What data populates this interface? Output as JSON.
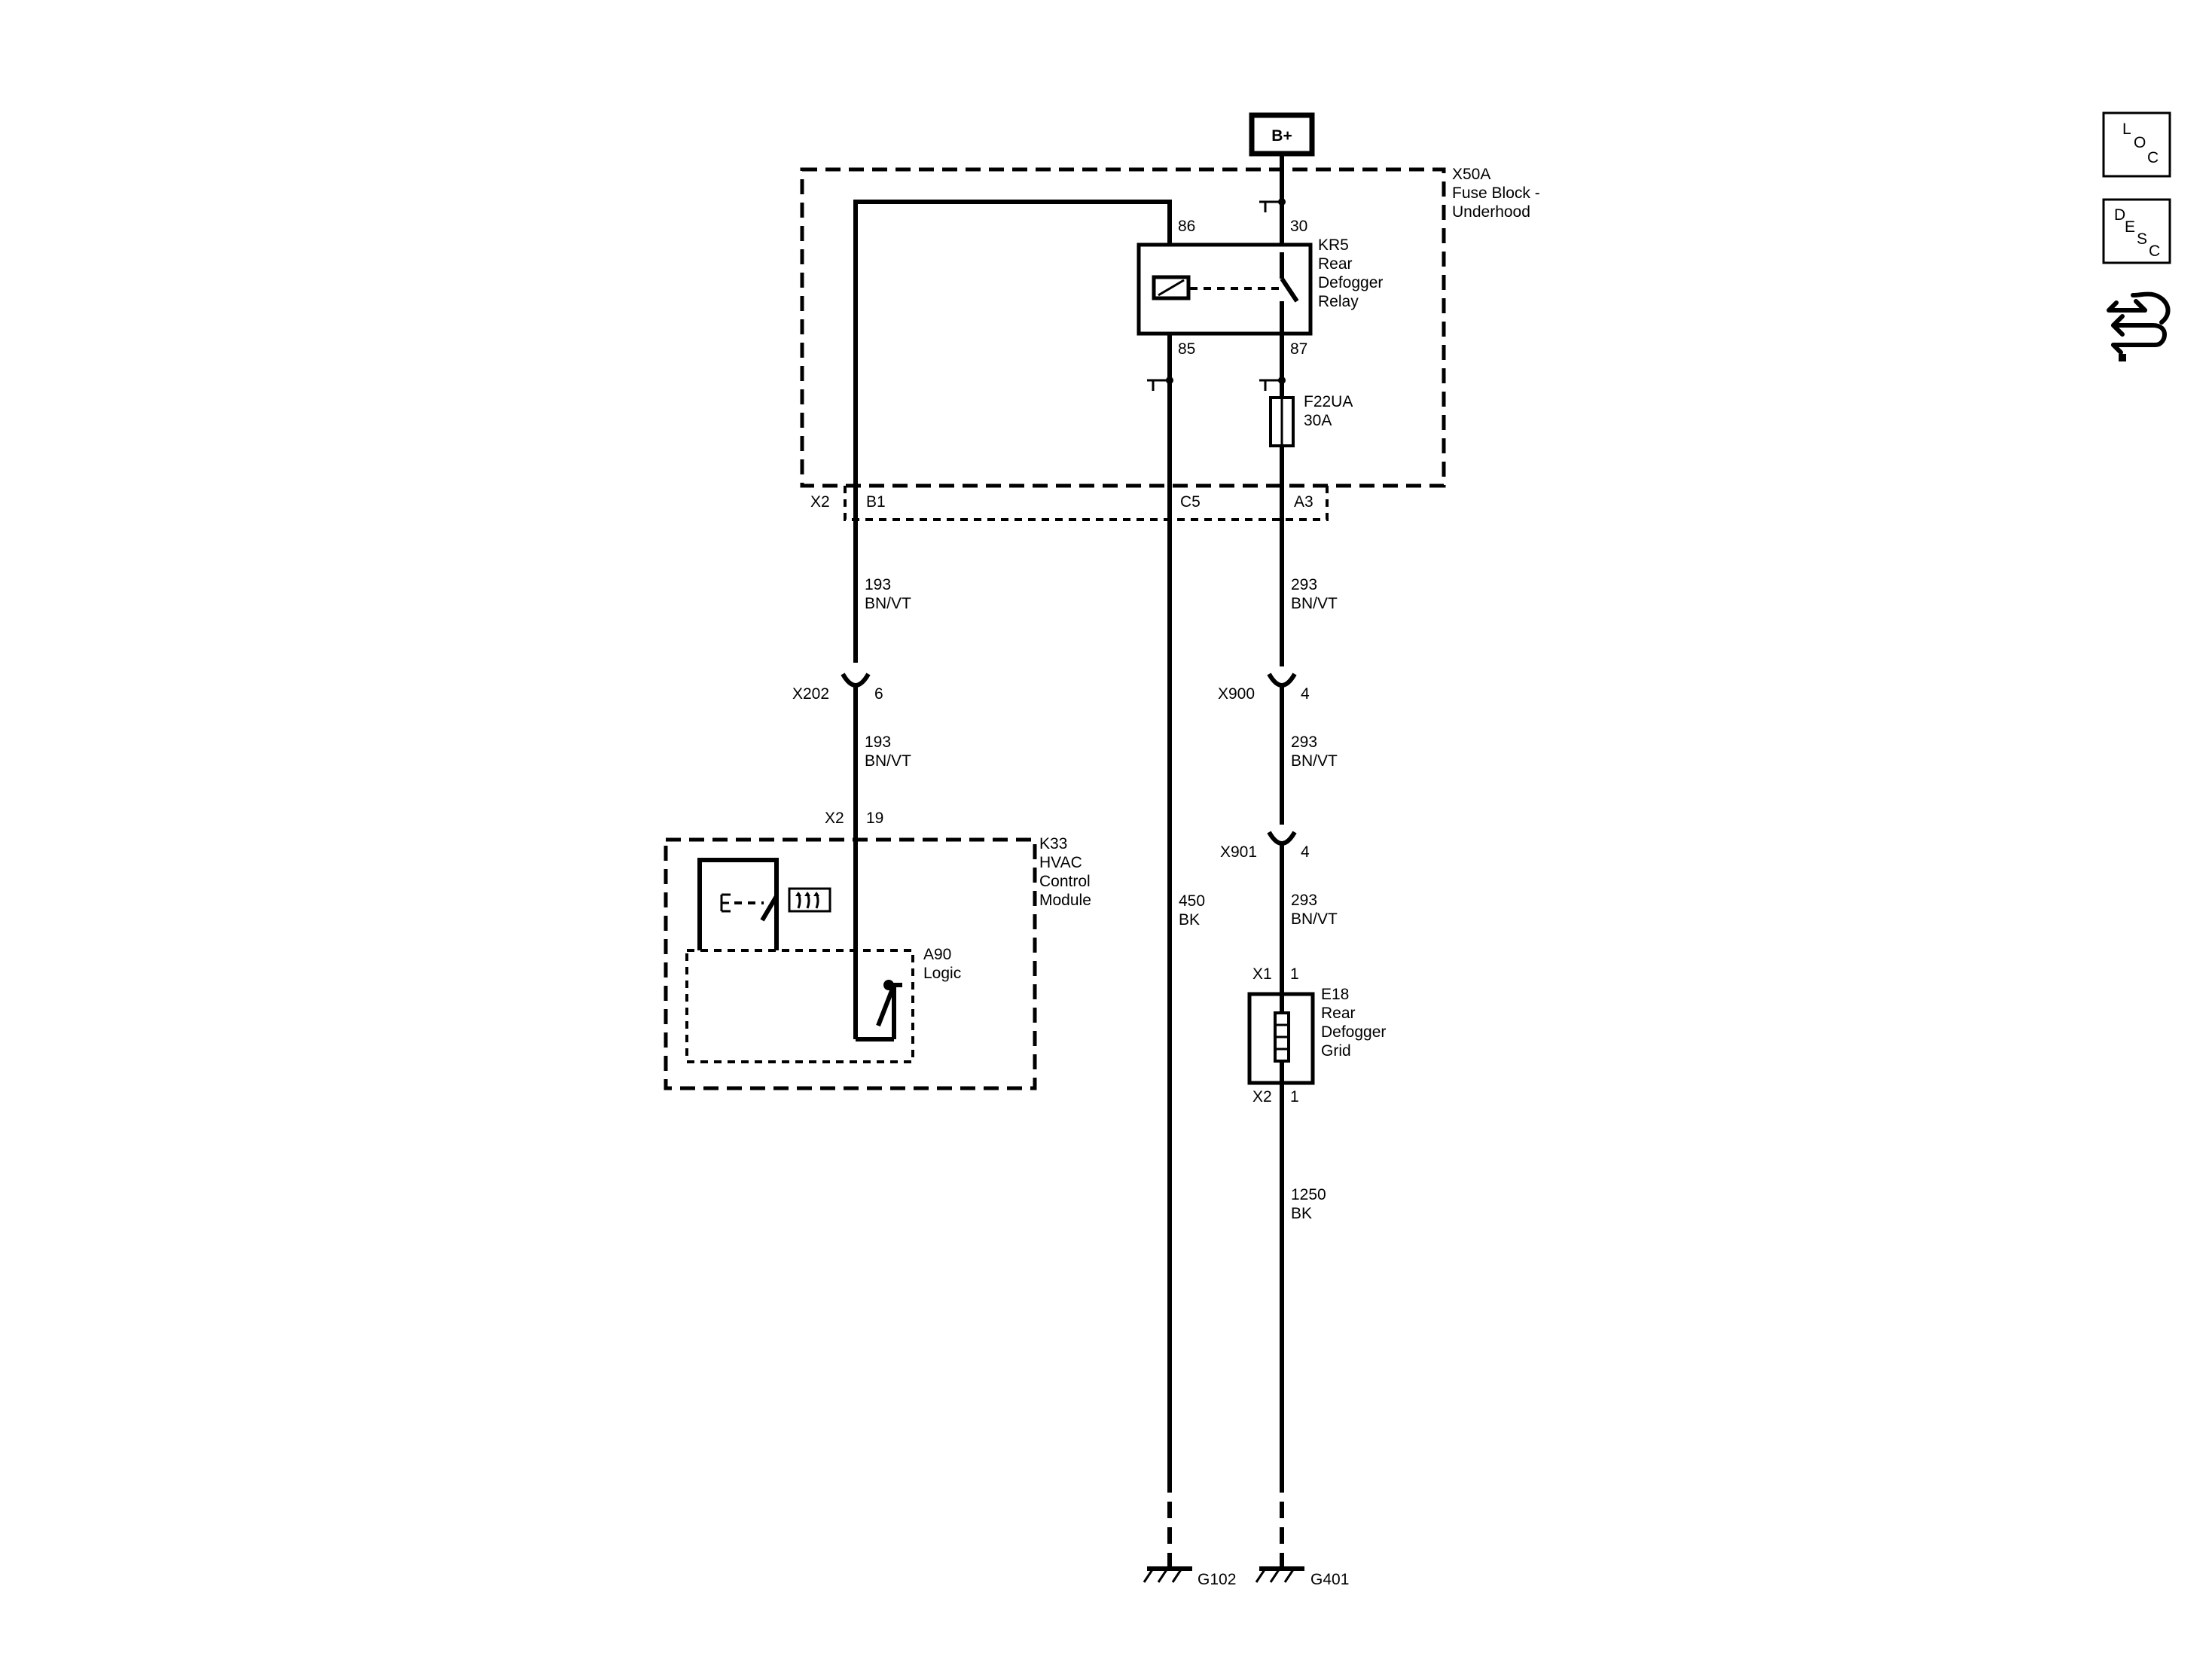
{
  "power": {
    "label": "B+"
  },
  "fuse_block": {
    "id": "X50A",
    "name_line1": "Fuse Block -",
    "name_line2": "Underhood",
    "connector": "X2"
  },
  "relay": {
    "id": "KR5",
    "line1": "Rear",
    "line2": "Defogger",
    "line3": "Relay",
    "pin_86": "86",
    "pin_30": "30",
    "pin_85": "85",
    "pin_87": "87"
  },
  "fuse": {
    "id": "F22UA",
    "rating": "30A"
  },
  "fuse_block_pins": {
    "b1": "B1",
    "c5": "C5",
    "a3": "A3"
  },
  "wires": {
    "w193a": {
      "circuit": "193",
      "color": "BN/VT"
    },
    "w193b": {
      "circuit": "193",
      "color": "BN/VT"
    },
    "w293a": {
      "circuit": "293",
      "color": "BN/VT"
    },
    "w293b": {
      "circuit": "293",
      "color": "BN/VT"
    },
    "w293c": {
      "circuit": "293",
      "color": "BN/VT"
    },
    "w450": {
      "circuit": "450",
      "color": "BK"
    },
    "w1250": {
      "circuit": "1250",
      "color": "BK"
    }
  },
  "connectors": {
    "x202": {
      "id": "X202",
      "pin": "6"
    },
    "x900": {
      "id": "X900",
      "pin": "4"
    },
    "x901": {
      "id": "X901",
      "pin": "4"
    }
  },
  "hvac": {
    "connector": "X2",
    "pin": "19",
    "id": "K33",
    "line1": "HVAC",
    "line2": "Control",
    "line3": "Module"
  },
  "logic": {
    "id": "A90",
    "name": "Logic"
  },
  "grid": {
    "id": "E18",
    "line1": "Rear",
    "line2": "Defogger",
    "line3": "Grid",
    "conn_top": "X1",
    "pin_top": "1",
    "conn_bottom": "X2",
    "pin_bottom": "1"
  },
  "grounds": {
    "g102": "G102",
    "g401": "G401"
  },
  "nav": {
    "loc": {
      "l1": "L",
      "l2": "O",
      "l3": "C"
    },
    "desc": {
      "l1": "D",
      "l2": "E",
      "l3": "S",
      "l4": "C"
    }
  }
}
